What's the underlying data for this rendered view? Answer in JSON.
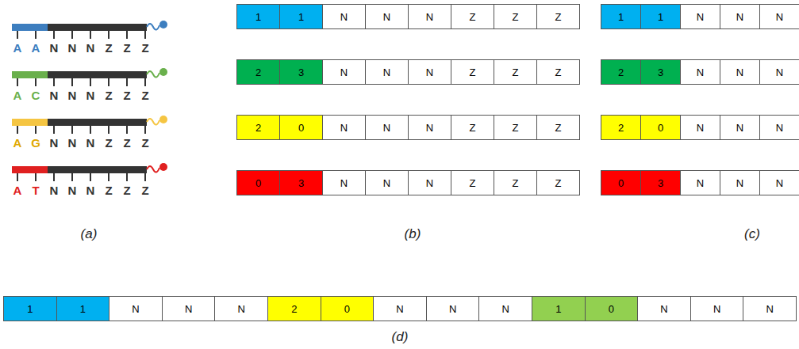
{
  "diagram": {
    "labels": [
      "A",
      "A",
      "N",
      "N",
      "N",
      "Z",
      "Z",
      "Z",
      "A",
      "C",
      "N",
      "N",
      "N",
      "Z",
      "Z",
      "Z",
      "A",
      "G",
      "N",
      "N",
      "N",
      "Z",
      "Z",
      "Z",
      "A",
      "T",
      "N",
      "N",
      "N",
      "Z",
      "Z",
      "Z",
      "1",
      "1",
      "N",
      "N",
      "N",
      "Z",
      "Z",
      "Z",
      "2",
      "3",
      "N",
      "N",
      "N",
      "Z",
      "Z",
      "Z",
      "2",
      "0",
      "N",
      "N",
      "N",
      "Z",
      "Z",
      "Z",
      "0",
      "3",
      "N",
      "N",
      "N",
      "Z",
      "Z",
      "Z",
      "1",
      "1",
      "N",
      "N",
      "N",
      "2",
      "3",
      "N",
      "N",
      "N",
      "2",
      "0",
      "N",
      "N",
      "N",
      "0",
      "3",
      "N",
      "N",
      "N",
      "1",
      "1",
      "N",
      "N",
      "N",
      "2",
      "0",
      "N",
      "N",
      "N",
      "1",
      "0",
      "N",
      "N",
      "N",
      "(a)",
      "(b)",
      "(c)",
      "(d)"
    ]
  }
}
